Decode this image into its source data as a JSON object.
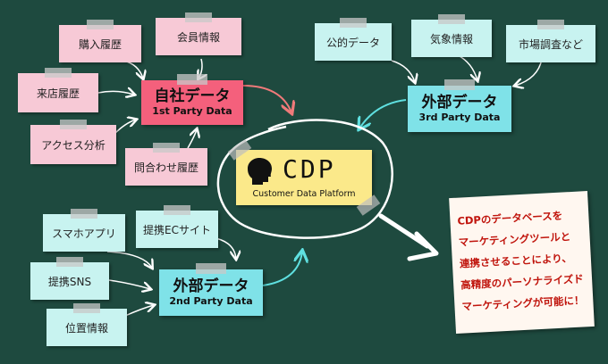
{
  "first_party": {
    "title": "自社データ",
    "subtitle": "1st Party Data",
    "sources": [
      "購入履歴",
      "会員情報",
      "来店履歴",
      "アクセス分析",
      "問合わせ履歴"
    ]
  },
  "third_party": {
    "title": "外部データ",
    "subtitle": "3rd Party Data",
    "sources": [
      "公的データ",
      "気象情報",
      "市場調査など"
    ]
  },
  "second_party": {
    "title": "外部データ",
    "subtitle": "2nd Party Data",
    "sources": [
      "スマホアプリ",
      "提携ECサイト",
      "提携SNS",
      "位置情報"
    ]
  },
  "cdp": {
    "title": "CDP",
    "subtitle": "Customer Data Platform"
  },
  "callout": {
    "lines": [
      "CDPのデータベースを",
      "マーケティングツールと",
      "連携させることにより、",
      "高精度のパーソナライズド",
      "マーケティングが可能に！"
    ]
  },
  "colors": {
    "background": "#1e4a3f",
    "first_party_hub": "#f4607c",
    "party_hub_cyan": "#7fe2e8",
    "cdp": "#fbe98a",
    "callout_text": "#c0140c"
  }
}
